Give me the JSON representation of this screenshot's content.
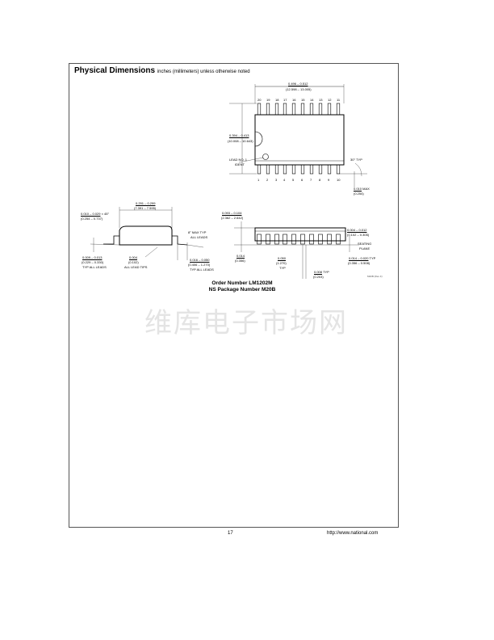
{
  "header": {
    "title": "Physical Dimensions",
    "subtitle": "inches (millimeters) unless otherwise noted"
  },
  "top_view": {
    "pins_top": [
      "20",
      "19",
      "18",
      "17",
      "16",
      "15",
      "14",
      "13",
      "12",
      "11"
    ],
    "pins_bottom": [
      "1",
      "2",
      "3",
      "4",
      "5",
      "6",
      "7",
      "8",
      "9",
      "10"
    ],
    "length_in": "0.496 – 0.512",
    "length_mm": "(12.598 – 13.005)",
    "width_in": "0.394 – 0.413",
    "width_mm": "(10.008 – 10.643)",
    "lead1_a": "LEAD NO. 1",
    "lead1_b": "IDENT",
    "angle": "30° TYP",
    "max_in": "0.010",
    "max_suffix": "MAX",
    "max_mm": "(0.254)"
  },
  "side_view": {
    "body_in": "0.291 – 0.299",
    "body_mm": "(7.391 – 7.595)",
    "chamfer_in": "0.010 – 0.029",
    "chamfer_suffix": "× 45°",
    "chamfer_mm": "(0.254 – 0.737)",
    "angle_a": "8° MAX TYP",
    "angle_b": "ALL LEADS",
    "thick_in": "0.009 – 0.013",
    "thick_mm": "(0.229 – 0.330)",
    "thick_note": "TYP ALL LEADS",
    "tips_in": "0.004",
    "tips_mm": "(0.102)",
    "tips_note": "ALL LEAD TIPS",
    "foot_in": "0.016 – 0.050",
    "foot_mm": "(0.406 – 1.270)",
    "foot_note": "TYP ALL LEADS"
  },
  "front_view": {
    "height_in": "0.093 – 0.104",
    "height_mm": "(2.362 – 2.642)",
    "stand_in": "0.004 – 0.012",
    "stand_mm": "(0.102 – 0.305)",
    "seating_a": "SEATING",
    "seating_b": "PLANE",
    "end_in": "0.014",
    "end_mm": "(0.356)",
    "pitch_in": "0.050",
    "pitch_mm": "(1.270)",
    "pitch_note": "TYP",
    "lead_in": "0.014 – 0.020",
    "lead_suffix": "TYP",
    "lead_mm": "(0.356 – 0.508)",
    "gap_in": "0.008",
    "gap_suffix": "TYP",
    "gap_mm": "(0.203)",
    "drawing_id": "M20B (Rev F)"
  },
  "order": {
    "line1": "Order Number LM1202M",
    "line2": "NS Package Number M20B"
  },
  "watermark": "维库电子市场网",
  "footer": {
    "page": "17",
    "url": "http://www.national.com"
  }
}
